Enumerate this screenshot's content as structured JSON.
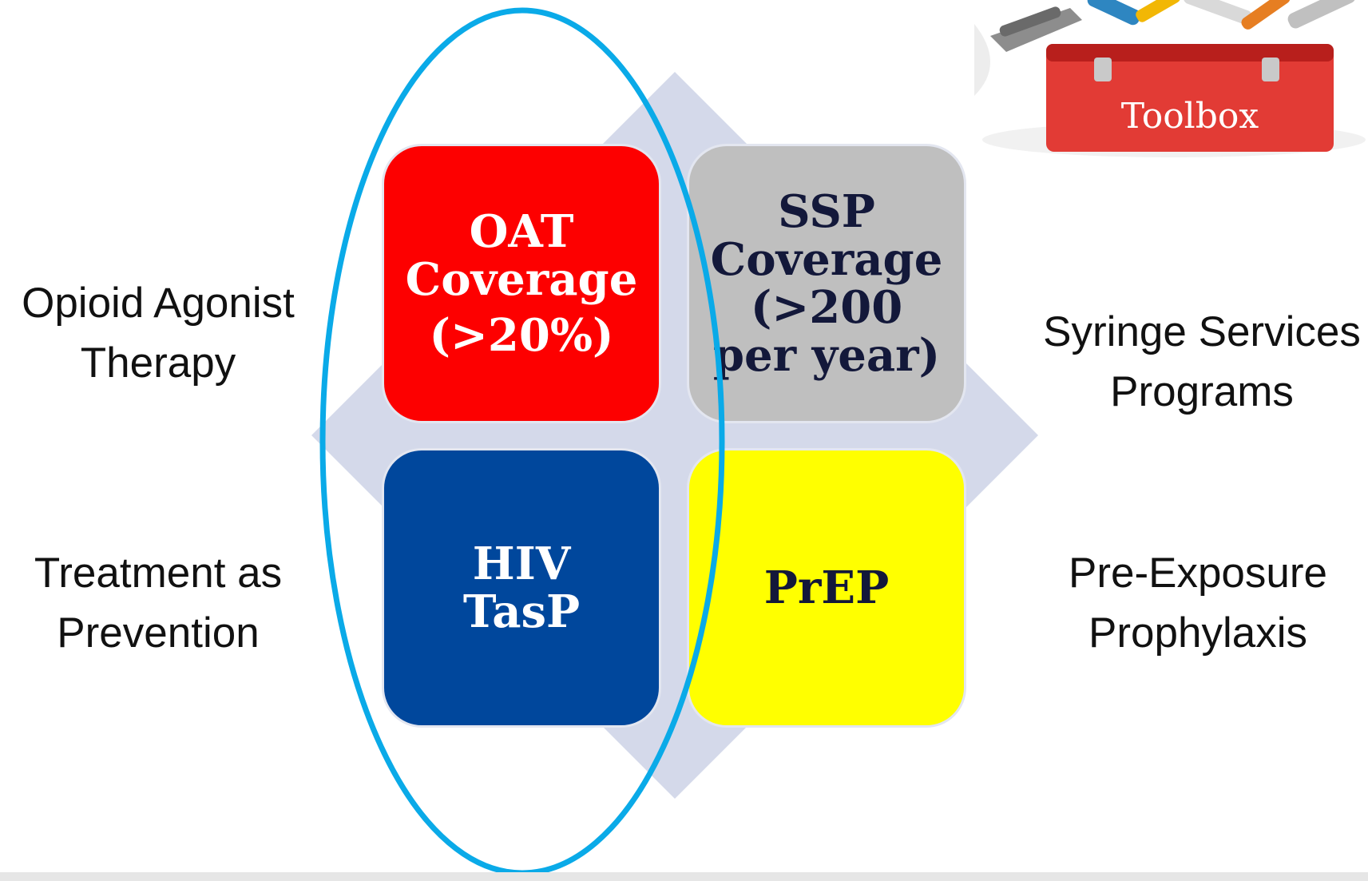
{
  "toolbox": {
    "label": "Toolbox",
    "colors": {
      "box": "#e23b35",
      "box_dark": "#b81f1c",
      "handle": "#9a9a9a"
    }
  },
  "tiles": {
    "oat": {
      "lines": [
        "OAT",
        "Coverage",
        "(>20%)"
      ],
      "color": "#fd0000"
    },
    "ssp": {
      "lines": [
        "SSP",
        "Coverage",
        "(>200",
        "per year)"
      ],
      "color": "#bfbfbf"
    },
    "tasp": {
      "lines": [
        "HIV",
        "TasP"
      ],
      "color": "#00479c"
    },
    "prep": {
      "lines": [
        "PrEP"
      ],
      "color": "#ffff00"
    }
  },
  "labels": {
    "oat": [
      "Opioid Agonist",
      "Therapy"
    ],
    "ssp": [
      "Syringe Services",
      "Programs"
    ],
    "tasp": [
      "Treatment as",
      "Prevention"
    ],
    "prep": [
      "Pre-Exposure",
      "Prophylaxis"
    ]
  },
  "colors": {
    "diamond": "#d4d9ea",
    "highlight_ellipse": "#0aaae8"
  }
}
